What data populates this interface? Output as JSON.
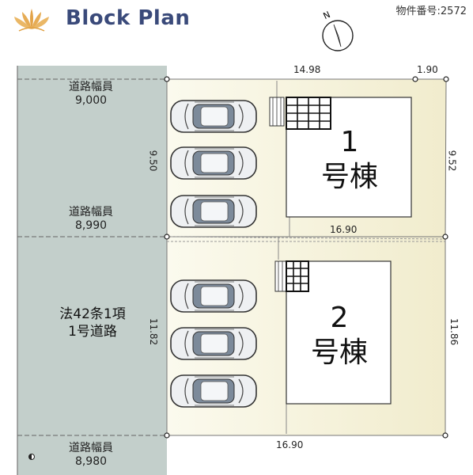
{
  "header": {
    "title": "Block Plan",
    "property_number": "物件番号:2572",
    "compass_label": "N"
  },
  "road": {
    "width_label": "道路幅員",
    "width_top": "9,000",
    "width_middle": "8,990",
    "width_bottom": "8,980",
    "legal_line1": "法42条1項",
    "legal_line2": "1号道路"
  },
  "dimensions": {
    "lot1_front": "14.98",
    "lot1_corner": "1.90",
    "lot1_left": "9.50",
    "lot1_right": "9.52",
    "lot_boundary": "16.90",
    "lot2_left": "11.82",
    "lot2_right": "11.86",
    "lot2_bottom": "16.90"
  },
  "buildings": [
    {
      "number": "1",
      "label": "号棟"
    },
    {
      "number": "2",
      "label": "号棟"
    }
  ],
  "colors": {
    "road": "#c3cfcb",
    "lot": "#f6f4df",
    "title": "#3a4a7a",
    "logo": "#e0a040"
  }
}
